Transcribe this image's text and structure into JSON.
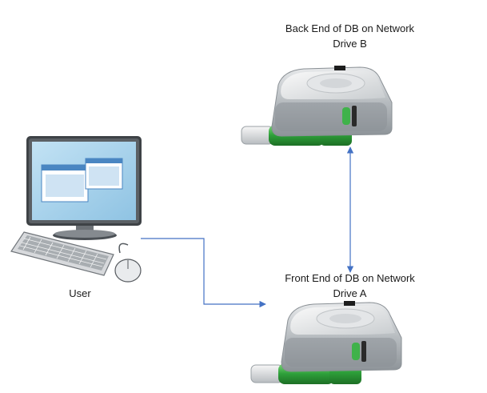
{
  "nodes": {
    "drive_b": {
      "line1": "Back End of DB on Network",
      "line2": "Drive B"
    },
    "drive_a": {
      "line1": "Front End of DB on Network",
      "line2": "Drive A"
    },
    "user": {
      "label": "User"
    }
  },
  "colors": {
    "connector": "#4472c4",
    "drive_body": "#cfd3d6",
    "drive_led": "#3fb24a",
    "usb_green": "#2ea03a",
    "monitor_screen": "#a9d3ec"
  }
}
